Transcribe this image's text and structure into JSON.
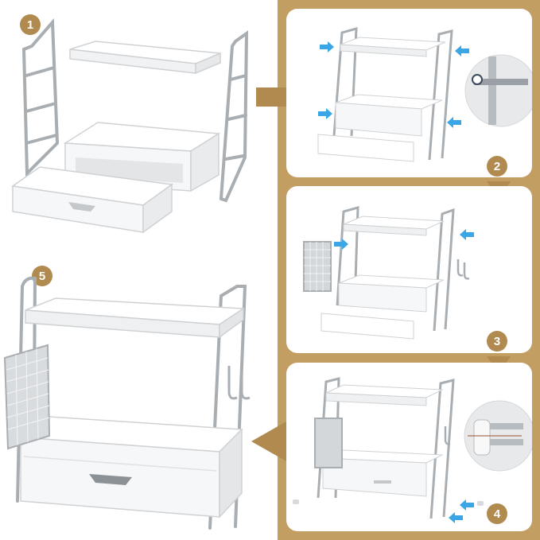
{
  "colors": {
    "accent": "#b08a4e",
    "panel": "#c39e63",
    "frame": "#a9aeb3",
    "frame_dark": "#7f858b",
    "shelf": "#ffffff",
    "shelf_edge": "#d7d9dc",
    "arrow_blue": "#3aa6e6"
  },
  "steps": [
    {
      "number": "1"
    },
    {
      "number": "2"
    },
    {
      "number": "3"
    },
    {
      "number": "4"
    },
    {
      "number": "5"
    }
  ],
  "icons": [
    "right-arrow-icon",
    "down-arrow-icon",
    "left-arrow-icon",
    "screw-detail-icon",
    "hook-icon",
    "mesh-basket-icon"
  ]
}
